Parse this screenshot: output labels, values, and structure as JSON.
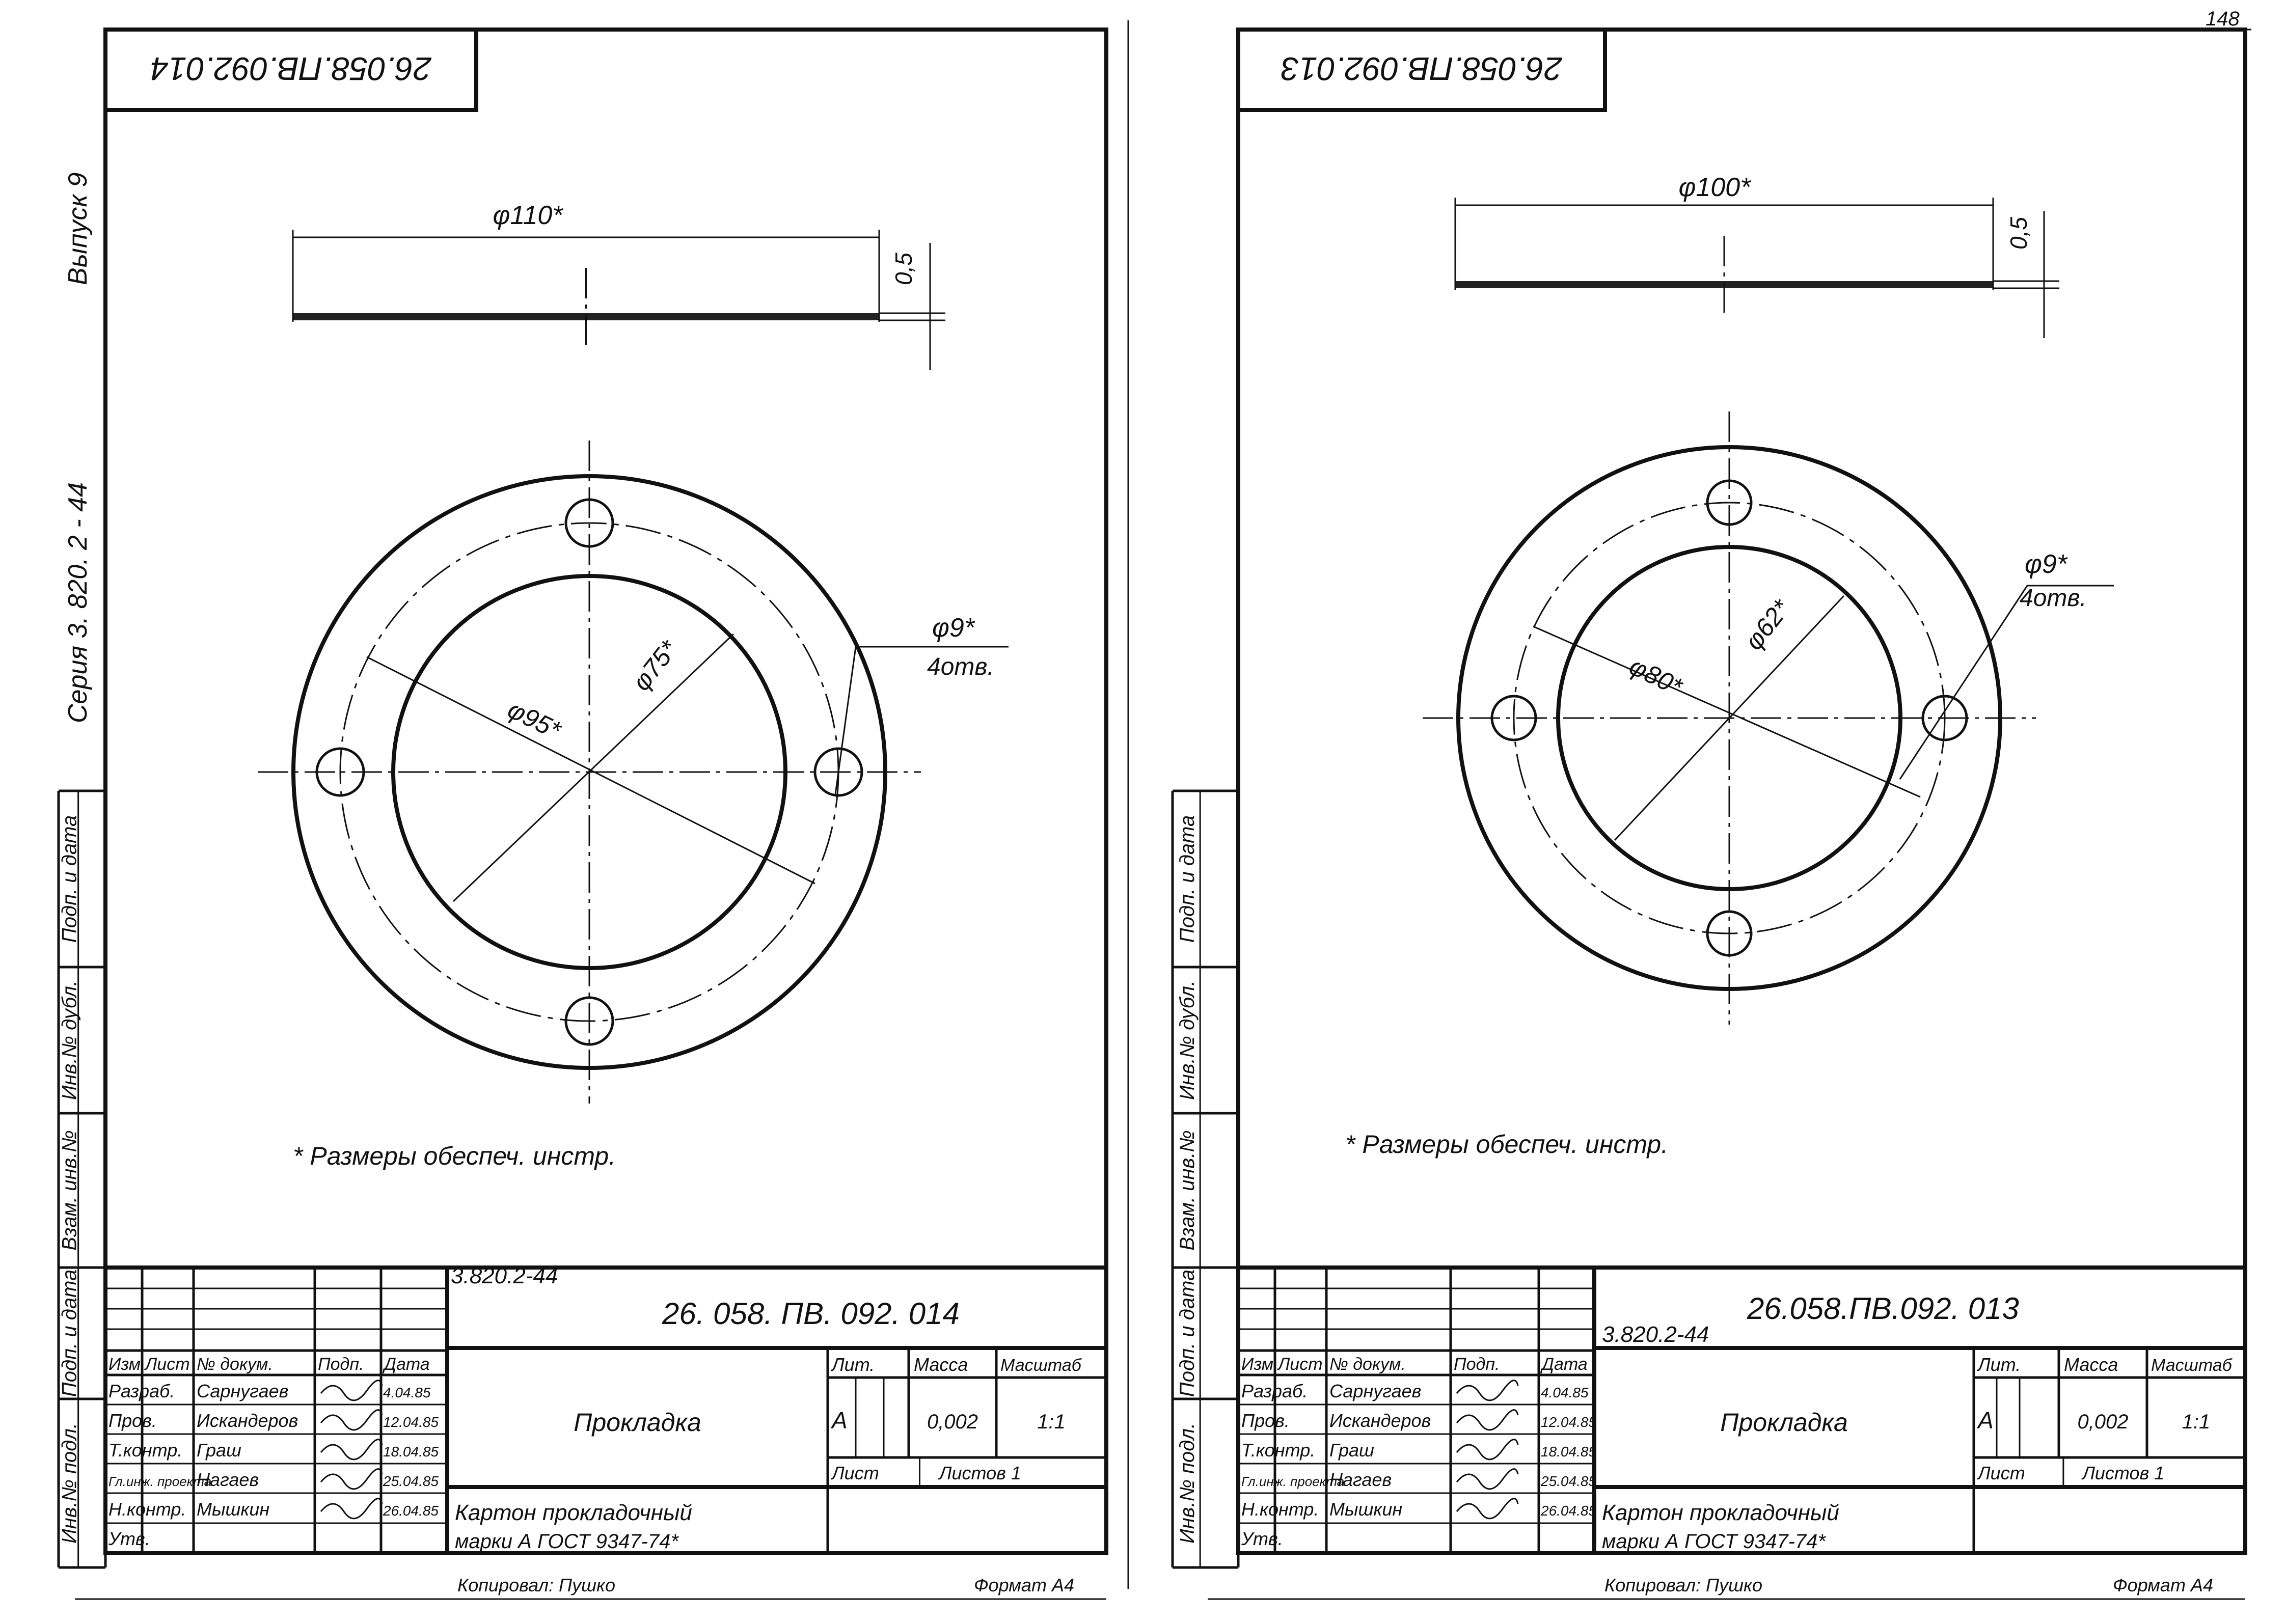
{
  "page_number": "148",
  "sidebar": {
    "series": "Серия  3. 820. 2 - 44",
    "issue": "Выпуск  9",
    "margin_labels": [
      "Подп. и дата",
      "Инв.№ дубл.",
      "Взам. инв.№",
      "Подп. и дата",
      "Инв.№ подл."
    ]
  },
  "sheets": [
    {
      "stamp_code": "26.058.ПВ.092.014",
      "dims": {
        "outer": "φ110*",
        "thickness": "0,5",
        "bolt_circle": "φ95*",
        "inner": "φ75*",
        "hole": "φ9*",
        "hole_count": "4отв."
      },
      "note": "* Размеры   обеспеч.  инстр.",
      "title_block": {
        "series": "3.820.2-44",
        "code": "26. 058. ПВ. 092. 014",
        "name": "Прокладка",
        "material_line1": "Картон  прокладочный",
        "material_line2": "марки  А  ГОСТ 9347-74*",
        "headers": [
          "Изм.",
          "Лист",
          "№ докум.",
          "Подп.",
          "Дата"
        ],
        "lit_label": "Лит.",
        "mass_label": "Масса",
        "scale_label": "Масштаб",
        "lit": "А",
        "mass": "0,002",
        "scale": "1:1",
        "sheet_label": "Лист",
        "sheets_label": "Листов 1",
        "rows": [
          {
            "role": "Разраб.",
            "name": "Сарнугаев",
            "date": "4.04.85"
          },
          {
            "role": "Пров.",
            "name": "Искандеров",
            "date": "12.04.85"
          },
          {
            "role": "Т.контр.",
            "name": "Граш",
            "date": "18.04.85"
          },
          {
            "role": "Гл.инж. проекта",
            "name": "Нагаев",
            "date": "25.04.85"
          },
          {
            "role": "Н.контр.",
            "name": "Мышкин",
            "date": "26.04.85"
          },
          {
            "role": "Утв.",
            "name": "",
            "date": ""
          }
        ],
        "copied": "Копировал:  Пушко",
        "format": "Формат  А4"
      }
    },
    {
      "stamp_code": "26.058.ПВ.092.013",
      "dims": {
        "outer": "φ100*",
        "thickness": "0,5",
        "bolt_circle": "φ80*",
        "inner": "φ62*",
        "hole": "φ9*",
        "hole_count": "4отв."
      },
      "note": "* Размеры   обеспеч.  инстр.",
      "title_block": {
        "series": "3.820.2-44",
        "code": "26.058.ПВ.092. 013",
        "name": "Прокладка",
        "material_line1": "Картон  прокладочный",
        "material_line2": "марки  А  ГОСТ 9347-74*",
        "headers": [
          "Изм.",
          "Лист",
          "№ докум.",
          "Подп.",
          "Дата"
        ],
        "lit_label": "Лит.",
        "mass_label": "Масса",
        "scale_label": "Масштаб",
        "lit": "А",
        "mass": "0,002",
        "scale": "1:1",
        "sheet_label": "Лист",
        "sheets_label": "Листов 1",
        "rows": [
          {
            "role": "Разраб.",
            "name": "Сарнугаев",
            "date": "4.04.85"
          },
          {
            "role": "Пров.",
            "name": "Искандеров",
            "date": "12.04.85"
          },
          {
            "role": "Т.контр.",
            "name": "Граш",
            "date": "18.04.85"
          },
          {
            "role": "Гл.инж. проекта",
            "name": "Нагаев",
            "date": "25.04.85"
          },
          {
            "role": "Н.контр.",
            "name": "Мышкин",
            "date": "26.04.85"
          },
          {
            "role": "Утв.",
            "name": "",
            "date": ""
          }
        ],
        "copied": "Копировал:  Пушко",
        "format": "Формат  А4"
      }
    }
  ]
}
